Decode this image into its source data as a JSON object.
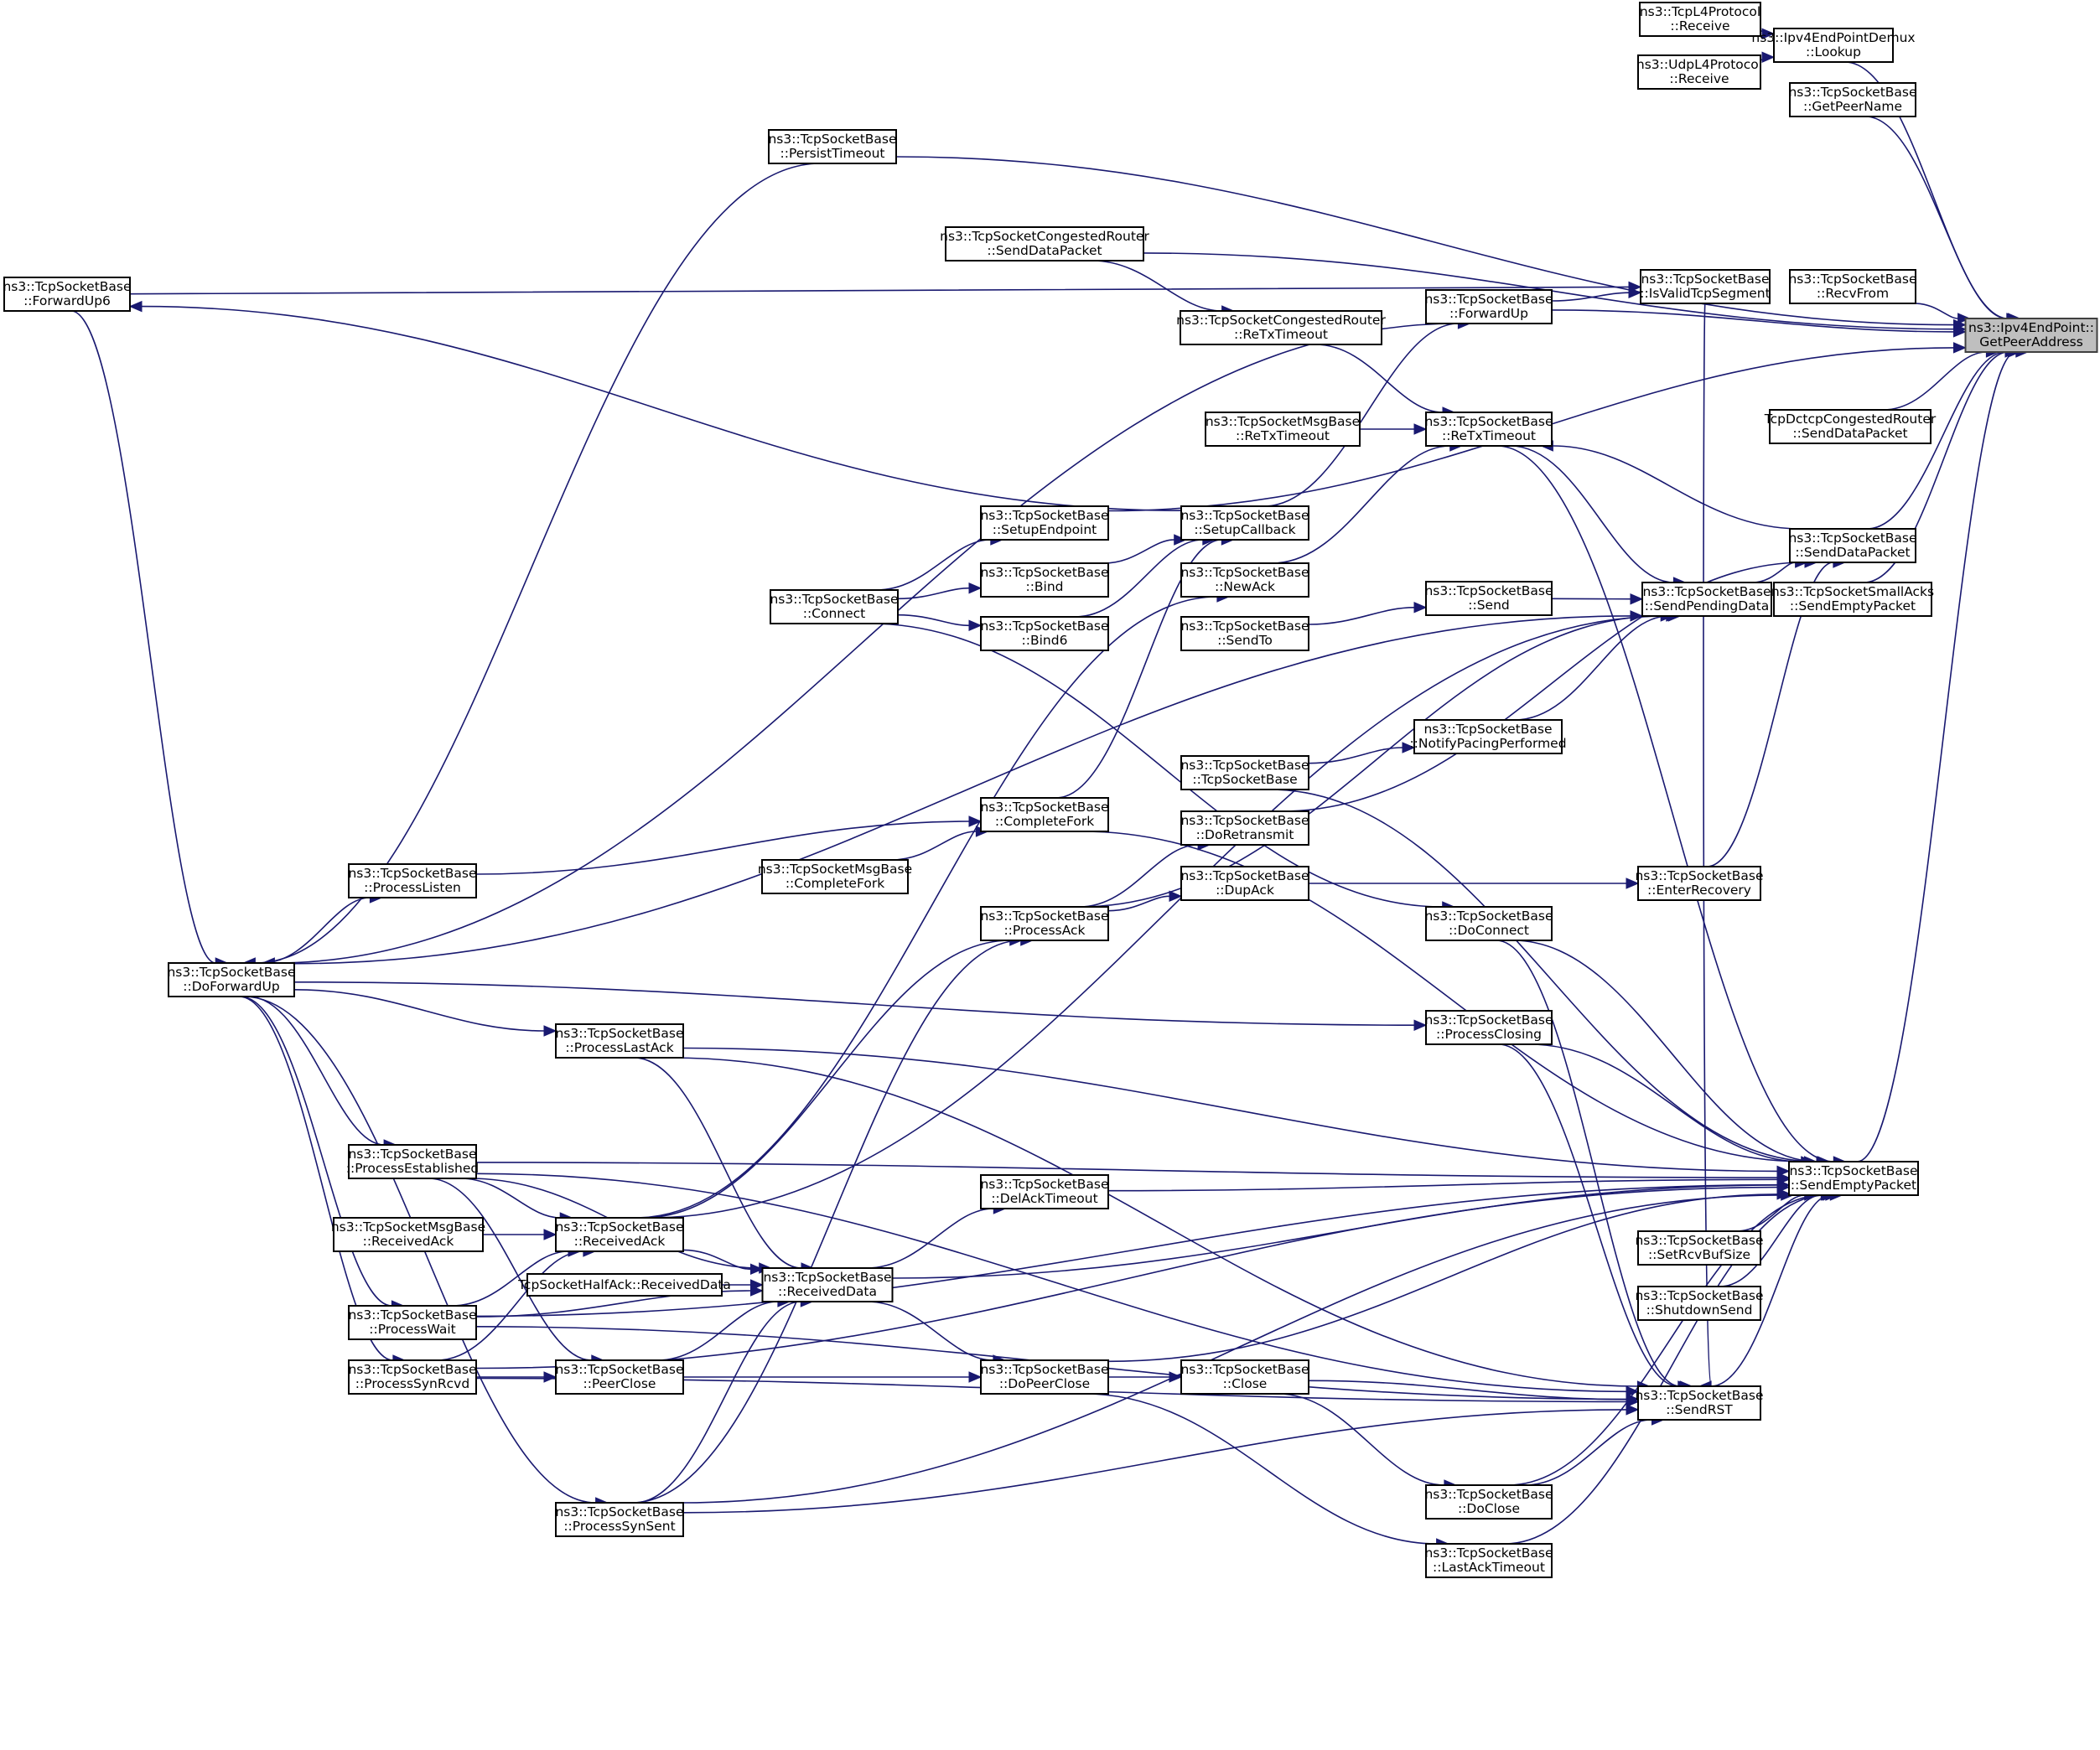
{
  "graph": {
    "type": "doxygen-caller-graph",
    "focus_node": "GetPeerAddress",
    "colors": {
      "edge": "#191970",
      "focus_fill": "#bfbfbf",
      "node_fill": "#ffffff",
      "node_border": "#000000"
    },
    "nodes": [
      {
        "id": "GetPeerAddress",
        "lines": [
          "ns3::Ipv4EndPoint::",
          "GetPeerAddress"
        ],
        "focus": true
      },
      {
        "id": "Lookup",
        "lines": [
          "ns3::Ipv4EndPointDemux",
          "::Lookup"
        ]
      },
      {
        "id": "TcpL4Receive",
        "lines": [
          "ns3::TcpL4Protocol",
          "::Receive"
        ]
      },
      {
        "id": "UdpL4Receive",
        "lines": [
          "ns3::UdpL4Protocol",
          "::Receive"
        ]
      },
      {
        "id": "GetPeerName",
        "lines": [
          "ns3::TcpSocketBase",
          "::GetPeerName"
        ]
      },
      {
        "id": "RecvFrom",
        "lines": [
          "ns3::TcpSocketBase",
          "::RecvFrom"
        ]
      },
      {
        "id": "DctcpSendDataPacket",
        "lines": [
          "TcpDctcpCongestedRouter",
          "::SendDataPacket"
        ]
      },
      {
        "id": "SendDataPacket",
        "lines": [
          "ns3::TcpSocketBase",
          "::SendDataPacket"
        ]
      },
      {
        "id": "SmallAcksSendEmptyPacket",
        "lines": [
          "ns3::TcpSocketSmallAcks",
          "::SendEmptyPacket"
        ]
      },
      {
        "id": "SendEmptyPacket",
        "lines": [
          "ns3::TcpSocketBase",
          "::SendEmptyPacket"
        ]
      },
      {
        "id": "SendRST",
        "lines": [
          "ns3::TcpSocketBase",
          "::SendRST"
        ]
      },
      {
        "id": "PersistTimeout",
        "lines": [
          "ns3::TcpSocketBase",
          "::PersistTimeout"
        ]
      },
      {
        "id": "ForwardUp6",
        "lines": [
          "ns3::TcpSocketBase",
          "::ForwardUp6"
        ]
      },
      {
        "id": "CongRouterSendDataPacket",
        "lines": [
          "ns3::TcpSocketCongestedRouter",
          "::SendDataPacket"
        ]
      },
      {
        "id": "CongRouterReTxTimeout",
        "lines": [
          "ns3::TcpSocketCongestedRouter",
          "::ReTxTimeout"
        ]
      },
      {
        "id": "ForwardUp",
        "lines": [
          "ns3::TcpSocketBase",
          "::ForwardUp"
        ]
      },
      {
        "id": "IsValidTcpSegment",
        "lines": [
          "ns3::TcpSocketBase",
          "::IsValidTcpSegment"
        ]
      },
      {
        "id": "ReTxTimeout",
        "lines": [
          "ns3::TcpSocketBase",
          "::ReTxTimeout"
        ]
      },
      {
        "id": "MsgBaseReTxTimeout",
        "lines": [
          "ns3::TcpSocketMsgBase",
          "::ReTxTimeout"
        ]
      },
      {
        "id": "SetupEndpoint",
        "lines": [
          "ns3::TcpSocketBase",
          "::SetupEndpoint"
        ]
      },
      {
        "id": "SetupCallback",
        "lines": [
          "ns3::TcpSocketBase",
          "::SetupCallback"
        ]
      },
      {
        "id": "Bind",
        "lines": [
          "ns3::TcpSocketBase",
          "::Bind"
        ]
      },
      {
        "id": "NewAck",
        "lines": [
          "ns3::TcpSocketBase",
          "::NewAck"
        ]
      },
      {
        "id": "Connect",
        "lines": [
          "ns3::TcpSocketBase",
          "::Connect"
        ]
      },
      {
        "id": "Bind6",
        "lines": [
          "ns3::TcpSocketBase",
          "::Bind6"
        ]
      },
      {
        "id": "Send",
        "lines": [
          "ns3::TcpSocketBase",
          "::Send"
        ]
      },
      {
        "id": "SendTo",
        "lines": [
          "ns3::TcpSocketBase",
          "::SendTo"
        ]
      },
      {
        "id": "SendPendingData",
        "lines": [
          "ns3::TcpSocketBase",
          "::SendPendingData"
        ]
      },
      {
        "id": "NotifyPacingPerformed",
        "lines": [
          "ns3::TcpSocketBase",
          "::NotifyPacingPerformed"
        ]
      },
      {
        "id": "Ctor",
        "lines": [
          "ns3::TcpSocketBase",
          "::TcpSocketBase"
        ]
      },
      {
        "id": "CompleteFork",
        "lines": [
          "ns3::TcpSocketBase",
          "::CompleteFork"
        ]
      },
      {
        "id": "MsgBaseCompleteFork",
        "lines": [
          "ns3::TcpSocketMsgBase",
          "::CompleteFork"
        ]
      },
      {
        "id": "DoRetransmit",
        "lines": [
          "ns3::TcpSocketBase",
          "::DoRetransmit"
        ]
      },
      {
        "id": "ProcessListen",
        "lines": [
          "ns3::TcpSocketBase",
          "::ProcessListen"
        ]
      },
      {
        "id": "DupAck",
        "lines": [
          "ns3::TcpSocketBase",
          "::DupAck"
        ]
      },
      {
        "id": "EnterRecovery",
        "lines": [
          "ns3::TcpSocketBase",
          "::EnterRecovery"
        ]
      },
      {
        "id": "ProcessAck",
        "lines": [
          "ns3::TcpSocketBase",
          "::ProcessAck"
        ]
      },
      {
        "id": "DoConnect",
        "lines": [
          "ns3::TcpSocketBase",
          "::DoConnect"
        ]
      },
      {
        "id": "DoForwardUp",
        "lines": [
          "ns3::TcpSocketBase",
          "::DoForwardUp"
        ]
      },
      {
        "id": "ProcessClosing",
        "lines": [
          "ns3::TcpSocketBase",
          "::ProcessClosing"
        ]
      },
      {
        "id": "ProcessLastAck",
        "lines": [
          "ns3::TcpSocketBase",
          "::ProcessLastAck"
        ]
      },
      {
        "id": "ProcessEstablished",
        "lines": [
          "ns3::TcpSocketBase",
          "::ProcessEstablished"
        ]
      },
      {
        "id": "DelAckTimeout",
        "lines": [
          "ns3::TcpSocketBase",
          "::DelAckTimeout"
        ]
      },
      {
        "id": "MsgBaseReceivedAck",
        "lines": [
          "ns3::TcpSocketMsgBase",
          "::ReceivedAck"
        ]
      },
      {
        "id": "ReceivedAck",
        "lines": [
          "ns3::TcpSocketBase",
          "::ReceivedAck"
        ]
      },
      {
        "id": "SetRcvBufSize",
        "lines": [
          "ns3::TcpSocketBase",
          "::SetRcvBufSize"
        ]
      },
      {
        "id": "HalfAckReceivedData",
        "lines": [
          "TcpSocketHalfAck::ReceivedData"
        ]
      },
      {
        "id": "ReceivedData",
        "lines": [
          "ns3::TcpSocketBase",
          "::ReceivedData"
        ]
      },
      {
        "id": "ShutdownSend",
        "lines": [
          "ns3::TcpSocketBase",
          "::ShutdownSend"
        ]
      },
      {
        "id": "ProcessWait",
        "lines": [
          "ns3::TcpSocketBase",
          "::ProcessWait"
        ]
      },
      {
        "id": "ProcessSynRcvd",
        "lines": [
          "ns3::TcpSocketBase",
          "::ProcessSynRcvd"
        ]
      },
      {
        "id": "PeerClose",
        "lines": [
          "ns3::TcpSocketBase",
          "::PeerClose"
        ]
      },
      {
        "id": "DoPeerClose",
        "lines": [
          "ns3::TcpSocketBase",
          "::DoPeerClose"
        ]
      },
      {
        "id": "Close",
        "lines": [
          "ns3::TcpSocketBase",
          "::Close"
        ]
      },
      {
        "id": "DoClose",
        "lines": [
          "ns3::TcpSocketBase",
          "::DoClose"
        ]
      },
      {
        "id": "ProcessSynSent",
        "lines": [
          "ns3::TcpSocketBase",
          "::ProcessSynSent"
        ]
      },
      {
        "id": "LastAckTimeout",
        "lines": [
          "ns3::TcpSocketBase",
          "::LastAckTimeout"
        ]
      }
    ],
    "edges": [
      [
        "TcpL4Receive",
        "Lookup"
      ],
      [
        "UdpL4Receive",
        "Lookup"
      ],
      [
        "Lookup",
        "GetPeerAddress"
      ],
      [
        "GetPeerName",
        "GetPeerAddress"
      ],
      [
        "RecvFrom",
        "GetPeerAddress"
      ],
      [
        "DctcpSendDataPacket",
        "GetPeerAddress"
      ],
      [
        "SendDataPacket",
        "GetPeerAddress"
      ],
      [
        "SmallAcksSendEmptyPacket",
        "GetPeerAddress"
      ],
      [
        "SendEmptyPacket",
        "GetPeerAddress"
      ],
      [
        "PersistTimeout",
        "GetPeerAddress"
      ],
      [
        "CongRouterSendDataPacket",
        "GetPeerAddress"
      ],
      [
        "ForwardUp",
        "GetPeerAddress"
      ],
      [
        "SetupEndpoint",
        "GetPeerAddress"
      ],
      [
        "ForwardUp6",
        "IsValidTcpSegment"
      ],
      [
        "ForwardUp",
        "IsValidTcpSegment"
      ],
      [
        "IsValidTcpSegment",
        "SendRST"
      ],
      [
        "SetupCallback",
        "ForwardUp6"
      ],
      [
        "SetupCallback",
        "ForwardUp"
      ],
      [
        "CongRouterSendDataPacket",
        "CongRouterReTxTimeout"
      ],
      [
        "CongRouterReTxTimeout",
        "ReTxTimeout"
      ],
      [
        "MsgBaseReTxTimeout",
        "ReTxTimeout"
      ],
      [
        "NewAck",
        "ReTxTimeout"
      ],
      [
        "SendDataPacket",
        "ReTxTimeout"
      ],
      [
        "ReTxTimeout",
        "SendPendingData"
      ],
      [
        "ReTxTimeout",
        "SendEmptyPacket"
      ],
      [
        "Connect",
        "SetupEndpoint"
      ],
      [
        "Connect",
        "Bind"
      ],
      [
        "Connect",
        "Bind6"
      ],
      [
        "Bind",
        "SetupCallback"
      ],
      [
        "Bind6",
        "SetupCallback"
      ],
      [
        "CompleteFork",
        "SetupCallback"
      ],
      [
        "Connect",
        "DoConnect"
      ],
      [
        "SendTo",
        "Send"
      ],
      [
        "Send",
        "SendPendingData"
      ],
      [
        "NotifyPacingPerformed",
        "SendPendingData"
      ],
      [
        "ProcessAck",
        "SendPendingData"
      ],
      [
        "ReceivedAck",
        "SendPendingData"
      ],
      [
        "DoForwardUp",
        "SendPendingData"
      ],
      [
        "SendPendingData",
        "SendDataPacket"
      ],
      [
        "DoRetransmit",
        "SendDataPacket"
      ],
      [
        "EnterRecovery",
        "SendDataPacket"
      ],
      [
        "Ctor",
        "NotifyPacingPerformed"
      ],
      [
        "Ctor",
        "SendEmptyPacket"
      ],
      [
        "ProcessListen",
        "CompleteFork"
      ],
      [
        "MsgBaseCompleteFork",
        "CompleteFork"
      ],
      [
        "CompleteFork",
        "SendEmptyPacket"
      ],
      [
        "ProcessAck",
        "DoRetransmit"
      ],
      [
        "ProcessAck",
        "DupAck"
      ],
      [
        "DupAck",
        "EnterRecovery"
      ],
      [
        "ReceivedAck",
        "ProcessAck"
      ],
      [
        "ReceivedAck",
        "NewAck"
      ],
      [
        "DoConnect",
        "SendEmptyPacket"
      ],
      [
        "DoConnect",
        "SendRST"
      ],
      [
        "ForwardUp6",
        "DoForwardUp"
      ],
      [
        "ForwardUp",
        "DoForwardUp"
      ],
      [
        "PersistTimeout",
        "DoForwardUp"
      ],
      [
        "DoForwardUp",
        "ProcessListen"
      ],
      [
        "DoForwardUp",
        "ProcessClosing"
      ],
      [
        "DoForwardUp",
        "ProcessLastAck"
      ],
      [
        "DoForwardUp",
        "ProcessEstablished"
      ],
      [
        "DoForwardUp",
        "ProcessWait"
      ],
      [
        "DoForwardUp",
        "ProcessSynRcvd"
      ],
      [
        "DoForwardUp",
        "ProcessSynSent"
      ],
      [
        "ProcessClosing",
        "SendEmptyPacket"
      ],
      [
        "ProcessClosing",
        "SendRST"
      ],
      [
        "ProcessLastAck",
        "SendEmptyPacket"
      ],
      [
        "ProcessLastAck",
        "ReceivedData"
      ],
      [
        "ProcessLastAck",
        "SendRST"
      ],
      [
        "ProcessEstablished",
        "SendEmptyPacket"
      ],
      [
        "ProcessEstablished",
        "ReceivedAck"
      ],
      [
        "ProcessEstablished",
        "ReceivedData"
      ],
      [
        "ProcessEstablished",
        "PeerClose"
      ],
      [
        "ProcessEstablished",
        "SendRST"
      ],
      [
        "DelAckTimeout",
        "SendEmptyPacket"
      ],
      [
        "MsgBaseReceivedAck",
        "ReceivedAck"
      ],
      [
        "ReceivedAck",
        "ReceivedData"
      ],
      [
        "HalfAckReceivedData",
        "ReceivedData"
      ],
      [
        "ReceivedData",
        "DelAckTimeout"
      ],
      [
        "ReceivedData",
        "SendEmptyPacket"
      ],
      [
        "ReceivedData",
        "DoPeerClose"
      ],
      [
        "SetRcvBufSize",
        "SendEmptyPacket"
      ],
      [
        "ShutdownSend",
        "SendEmptyPacket"
      ],
      [
        "ProcessWait",
        "ReceivedAck"
      ],
      [
        "ProcessWait",
        "ReceivedData"
      ],
      [
        "ProcessWait",
        "SendRST"
      ],
      [
        "ProcessWait",
        "SendEmptyPacket"
      ],
      [
        "ProcessSynRcvd",
        "ReceivedAck"
      ],
      [
        "ProcessSynRcvd",
        "PeerClose"
      ],
      [
        "ProcessSynRcvd",
        "SendRST"
      ],
      [
        "ProcessSynRcvd",
        "SendEmptyPacket"
      ],
      [
        "PeerClose",
        "ReceivedData"
      ],
      [
        "PeerClose",
        "DoPeerClose"
      ],
      [
        "DoPeerClose",
        "Close"
      ],
      [
        "DoPeerClose",
        "LastAckTimeout"
      ],
      [
        "DoPeerClose",
        "SendEmptyPacket"
      ],
      [
        "Close",
        "SendRST"
      ],
      [
        "Close",
        "DoClose"
      ],
      [
        "DoClose",
        "SendRST"
      ],
      [
        "DoClose",
        "SendEmptyPacket"
      ],
      [
        "LastAckTimeout",
        "SendEmptyPacket"
      ],
      [
        "ProcessSynSent",
        "ReceivedData"
      ],
      [
        "ProcessSynSent",
        "ProcessAck"
      ],
      [
        "ProcessSynSent",
        "SendRST"
      ],
      [
        "ProcessSynSent",
        "SendEmptyPacket"
      ],
      [
        "SendRST",
        "SendEmptyPacket"
      ]
    ]
  }
}
